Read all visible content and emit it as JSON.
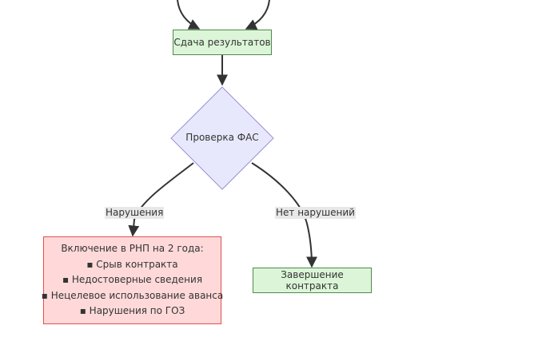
{
  "nodes": {
    "submit_results": "Сдача результатов",
    "fas_check": "Проверка ФАС",
    "rnp_inclusion": {
      "title": "Включение в РНП на 2 года:",
      "items": [
        "▪ Срыв контракта",
        "▪ Недостоверные сведения",
        "▪ Нецелевое использование аванса",
        "▪ Нарушения по ГОЗ"
      ]
    },
    "contract_completion": "Завершение контракта"
  },
  "edges": {
    "violations_label": "Нарушения",
    "no_violations_label": "Нет нарушений"
  },
  "colors": {
    "process_fill": "#dcf5d8",
    "process_border": "#4d8a4d",
    "decision_fill": "#e8e8fc",
    "decision_border": "#9a8fd8",
    "alert_fill": "#ffd9d9",
    "alert_border": "#e34f4f",
    "edge": "#333333",
    "label_bg": "#e8e8e8"
  }
}
